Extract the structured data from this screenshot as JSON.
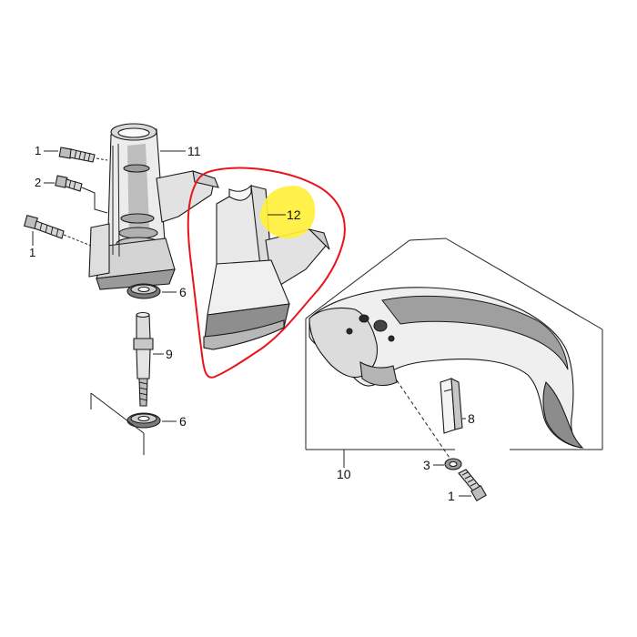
{
  "labels": {
    "bolt_top": "1",
    "bolt_mid": "2",
    "bolt_left": "1",
    "bolt_bottom": "1",
    "washer_mid": "3",
    "seal_upper": "6",
    "seal_lower": "6",
    "blade": "8",
    "shaft": "9",
    "guard": "10",
    "housing": "11",
    "cover": "12"
  },
  "colors": {
    "highlight": "#fff03a",
    "outline_red": "#e8141b",
    "part_fill": "#e6e6e6",
    "part_dark": "#b7b7b7",
    "part_shadow": "#8c8c8c"
  }
}
